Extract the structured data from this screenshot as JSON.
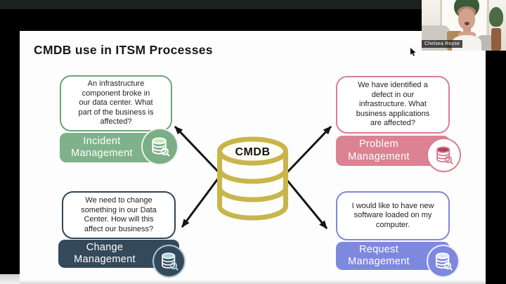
{
  "meeting": {
    "participant_name": "Chelsea Royse"
  },
  "slide": {
    "title": "CMDB use in ITSM Processes",
    "center": {
      "label": "CMDB",
      "color": "#c9b54a"
    },
    "arrow_color": "#141414",
    "quadrants": [
      {
        "id": "incident",
        "question": "An infrastructure\ncomponent broke in\nour data center. What\npart of the business is\naffected?",
        "label": "Incident\nManagement",
        "color": "#7fb28a"
      },
      {
        "id": "problem",
        "question": "We have identified a\ndefect in our\ninfrastructure. What\nbusiness applications\nare affected?",
        "label": "Problem\nManagement",
        "color": "#db8393"
      },
      {
        "id": "change",
        "question": "We need to change\nsomething in our Data\nCenter. How will this\naffect our business?",
        "label": "Change\nManagement",
        "color": "#34495a"
      },
      {
        "id": "request",
        "question": "I would like to have new\nsoftware loaded on my\ncomputer.",
        "label": "Request\nManagement",
        "color": "#7e88de"
      }
    ]
  }
}
